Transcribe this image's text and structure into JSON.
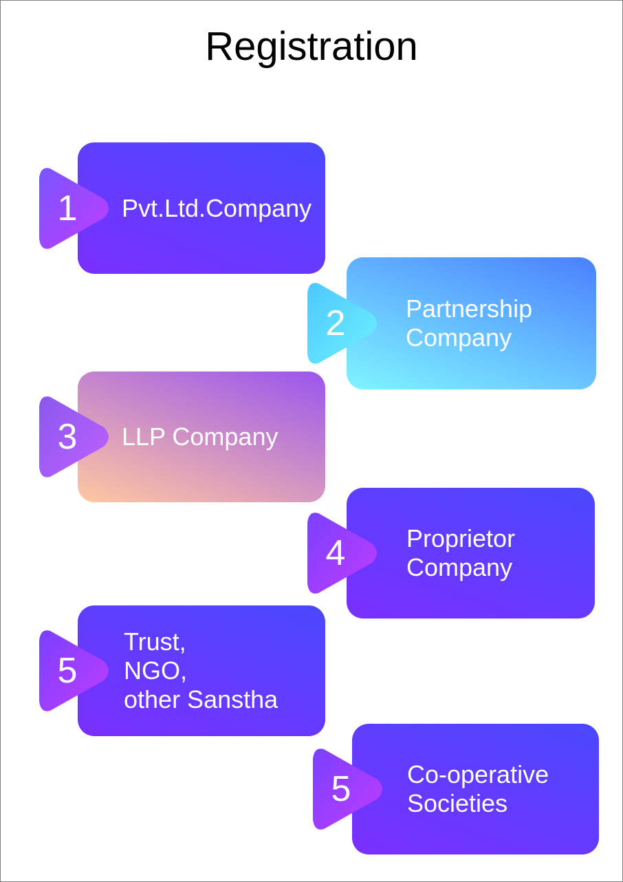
{
  "title": "Registration",
  "steps": [
    {
      "number": "1",
      "label": "Pvt.Ltd.Company",
      "gradient": [
        "#4a48ff",
        "#7a2fff"
      ],
      "badge": [
        "#7a55ff",
        "#c03cff"
      ]
    },
    {
      "number": "2",
      "label": "Partnership\nCompany",
      "gradient": [
        "#4a80ff",
        "#7ff5ff"
      ],
      "badge": [
        "#4cc8ff",
        "#6ff0ff"
      ]
    },
    {
      "number": "3",
      "label": "LLP Company",
      "gradient": [
        "#9a55ee",
        "#ffc8a0"
      ],
      "badge": [
        "#8a58ee",
        "#c060ff"
      ]
    },
    {
      "number": "4",
      "label": "Proprietor\nCompany",
      "gradient": [
        "#4a48ff",
        "#7a2fff"
      ],
      "badge": [
        "#7a40ff",
        "#c03cff"
      ]
    },
    {
      "number": "5",
      "label": "Trust,\nNGO,\nother Sanstha",
      "gradient": [
        "#4a48ff",
        "#7a2fff"
      ],
      "badge": [
        "#7a40ff",
        "#c03cff"
      ]
    },
    {
      "number": "5",
      "label": "Co-operative\nSocieties",
      "gradient": [
        "#4a48ff",
        "#7a2fff"
      ],
      "badge": [
        "#7a40ff",
        "#c03cff"
      ]
    }
  ]
}
